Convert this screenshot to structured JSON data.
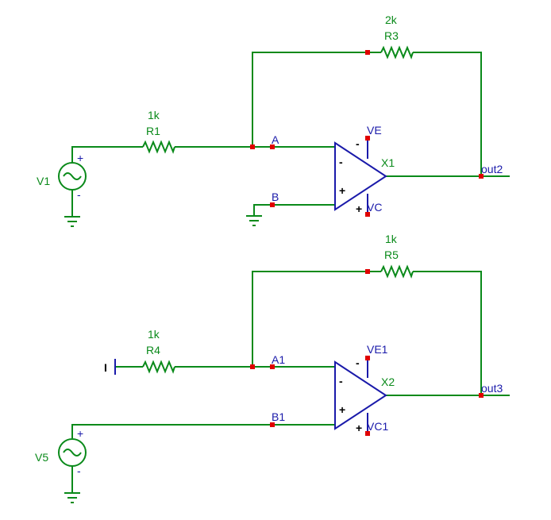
{
  "circuit1": {
    "source": {
      "name": "V1",
      "plus": "+",
      "minus": "-"
    },
    "r1": {
      "name": "R1",
      "value": "1k"
    },
    "r3": {
      "name": "R3",
      "value": "2k"
    },
    "opamp": {
      "name": "X1",
      "inv": "-",
      "noninv": "+",
      "pos_supply_sign": "-",
      "neg_supply_sign": "+"
    },
    "nodes": {
      "a": "A",
      "b": "B",
      "ve": "VE",
      "vc": "VC",
      "out": "out2"
    }
  },
  "circuit2": {
    "source": {
      "name": "V5",
      "plus": "+",
      "minus": "-"
    },
    "r4": {
      "name": "R4",
      "value": "1k"
    },
    "r5": {
      "name": "R5",
      "value": "1k"
    },
    "opamp": {
      "name": "X2",
      "inv": "-",
      "noninv": "+",
      "pos_supply_sign": "-",
      "neg_supply_sign": "+"
    },
    "nodes": {
      "a": "A1",
      "b": "B1",
      "ve": "VE1",
      "vc": "VC1",
      "out": "out3"
    },
    "terminal_marker": "I"
  },
  "colors": {
    "wire": "#0a8a1a",
    "component": "#1a1aaa",
    "node": "#e00000"
  }
}
